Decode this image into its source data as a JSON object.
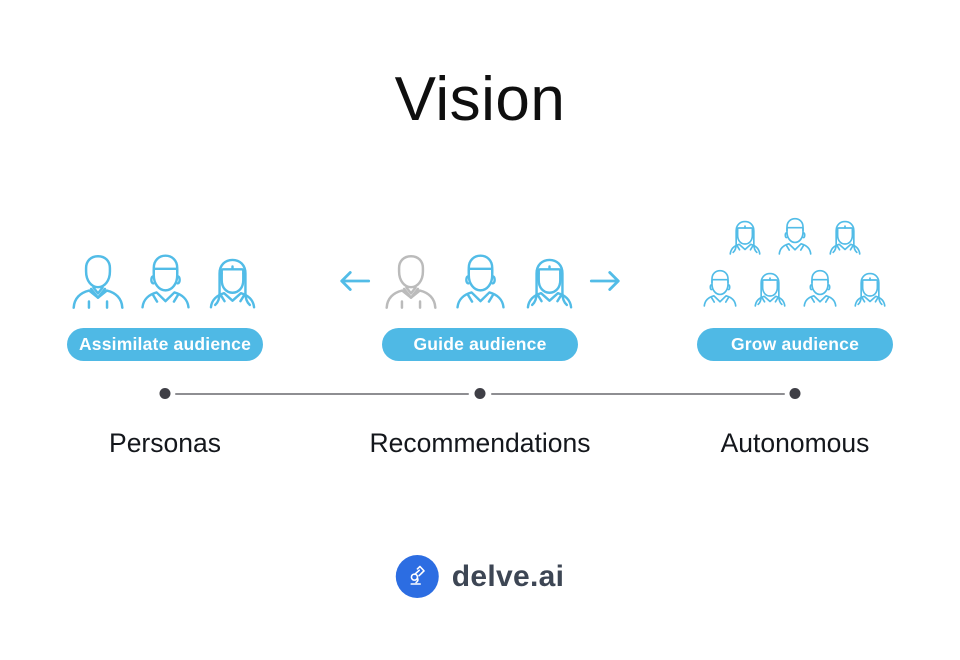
{
  "title": "Vision",
  "stages": [
    {
      "badge": "Assimilate audience",
      "label": "Personas",
      "icons": [
        "man-suit-icon",
        "young-man-icon",
        "woman-icon"
      ]
    },
    {
      "badge": "Guide audience",
      "label": "Recommendations",
      "icons": [
        "left-arrow-icon",
        "man-suit-icon",
        "young-man-icon",
        "woman-icon",
        "right-arrow-icon"
      ]
    },
    {
      "badge": "Grow audience",
      "label": "Autonomous",
      "icons": [
        "woman-icon",
        "young-man-icon",
        "woman-icon",
        "young-man-icon",
        "woman-icon",
        "young-man-icon",
        "woman-icon"
      ]
    }
  ],
  "footer": {
    "brand": "delve.ai",
    "logo_icon": "microscope-icon"
  },
  "colors": {
    "accent_blue": "#52BCE7",
    "badge_bg": "#4FB9E5",
    "badge_text": "#FFFFFF",
    "inactive_icon_gray": "#BBBBBB",
    "timeline_line": "#8E8E92",
    "timeline_dot": "#3F3F46",
    "logo_circle_blue": "#2C6DE2",
    "brand_text": "#3D4654",
    "title_text": "#0F0F0F"
  }
}
